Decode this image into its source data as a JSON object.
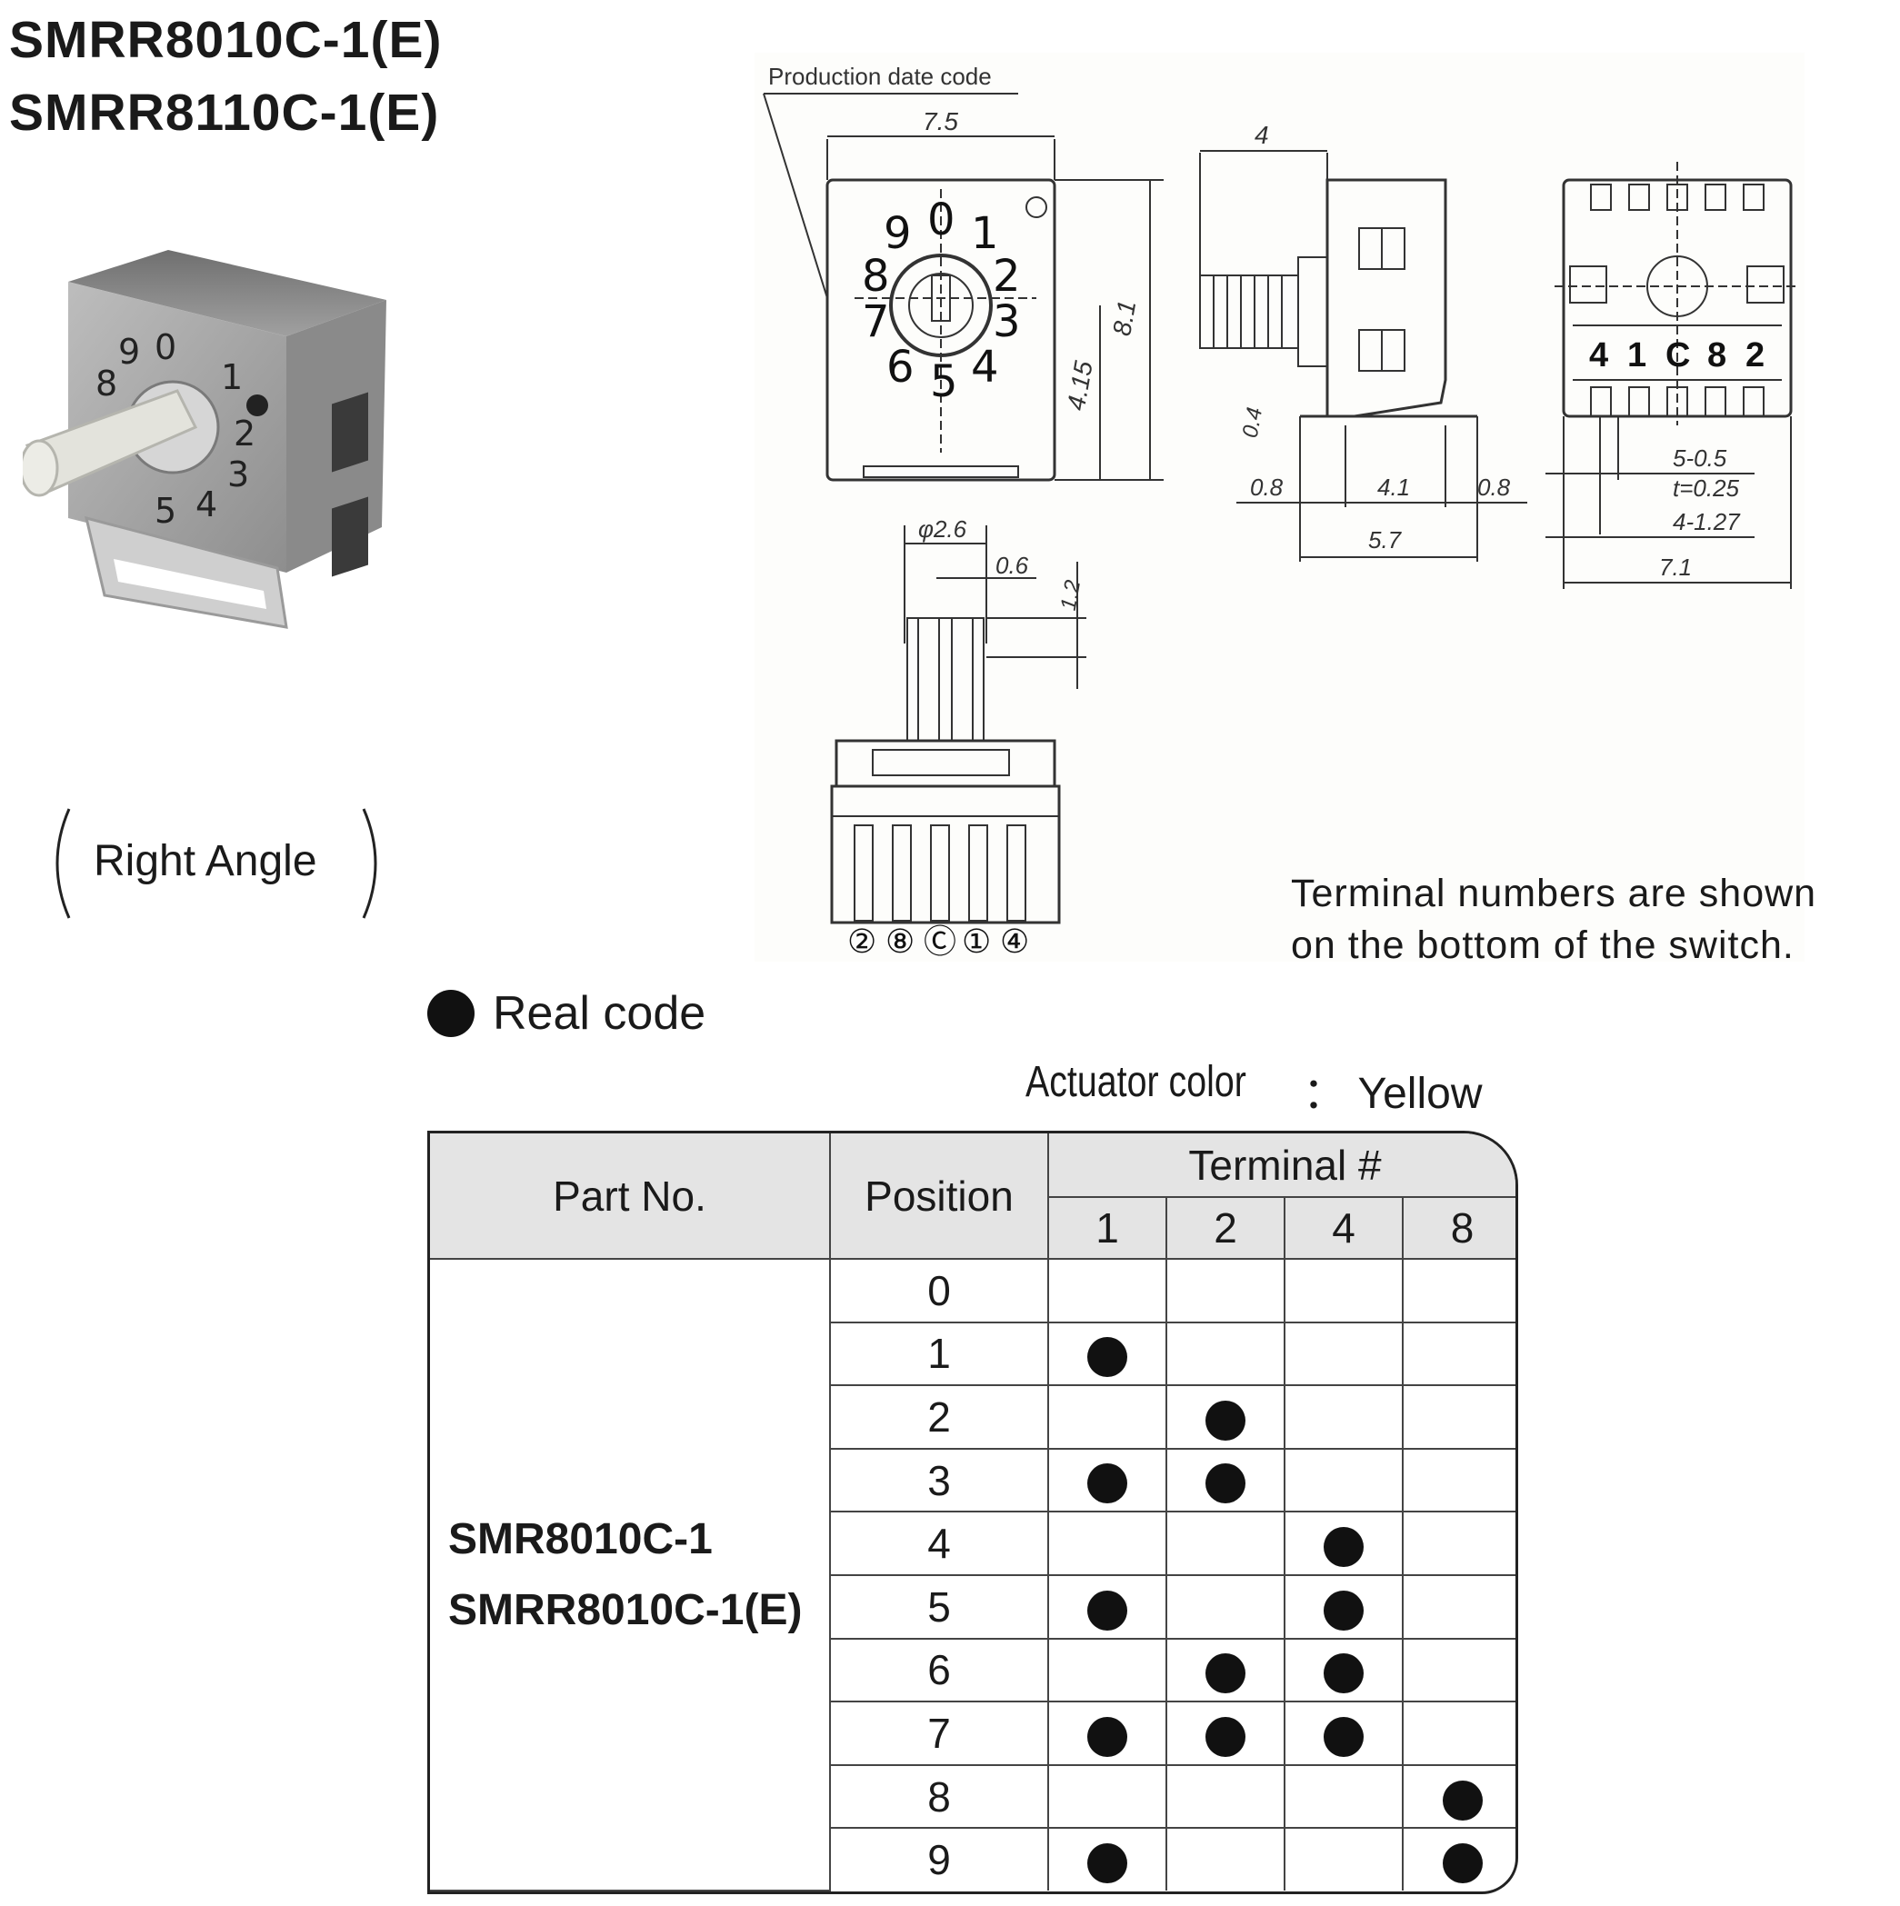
{
  "titles": [
    "SMRR8010C-1(E)",
    "SMRR8110C-1(E)"
  ],
  "photo": {
    "dial_digits": [
      "8",
      "9",
      "0",
      "1",
      "2",
      "3",
      "4",
      "5"
    ]
  },
  "mount_type": "Right Angle",
  "drawing": {
    "production_label": "Production date code",
    "top_view_digits": [
      "0",
      "1",
      "2",
      "3",
      "4",
      "5",
      "6",
      "7",
      "8",
      "9"
    ],
    "dims": {
      "width_top": "7.5",
      "height_right": "8.1",
      "height_inner": "4.15",
      "side_width": "4",
      "side_thk": "0.4",
      "pad_left": "0.8",
      "body": "4.1",
      "pad_right": "0.8",
      "total_depth": "5.7",
      "pin_pitch": "5-0.5",
      "pin_thk": "t=0.25",
      "pitch2": "4-1.27",
      "bottom_width": "7.1",
      "shaft_dia": "φ2.6",
      "slot": "0.6",
      "shaft_len": "1.2"
    },
    "bottom_terminals": [
      "4",
      "1",
      "C",
      "8",
      "2"
    ],
    "front_terminals": [
      "②",
      "⑧",
      "Ⓒ",
      "①",
      "④"
    ]
  },
  "note": [
    "Terminal numbers are shown",
    "on the bottom of the switch."
  ],
  "real_code_label": "Real code",
  "actuator": {
    "label": "Actuator color",
    "sep": "：",
    "value": "Yellow"
  },
  "table": {
    "headers": {
      "part": "Part No.",
      "position": "Position",
      "terminal": "Terminal #"
    },
    "terminal_cols": [
      "1",
      "2",
      "4",
      "8"
    ],
    "part_numbers": [
      "SMR8010C-1",
      "SMRR8010C-1(E)"
    ],
    "rows": [
      {
        "position": "0",
        "t1": false,
        "t2": false,
        "t4": false,
        "t8": false
      },
      {
        "position": "1",
        "t1": true,
        "t2": false,
        "t4": false,
        "t8": false
      },
      {
        "position": "2",
        "t1": false,
        "t2": true,
        "t4": false,
        "t8": false
      },
      {
        "position": "3",
        "t1": true,
        "t2": true,
        "t4": false,
        "t8": false
      },
      {
        "position": "4",
        "t1": false,
        "t2": false,
        "t4": true,
        "t8": false
      },
      {
        "position": "5",
        "t1": true,
        "t2": false,
        "t4": true,
        "t8": false
      },
      {
        "position": "6",
        "t1": false,
        "t2": true,
        "t4": true,
        "t8": false
      },
      {
        "position": "7",
        "t1": true,
        "t2": true,
        "t4": true,
        "t8": false
      },
      {
        "position": "8",
        "t1": false,
        "t2": false,
        "t4": false,
        "t8": true
      },
      {
        "position": "9",
        "t1": true,
        "t2": false,
        "t4": false,
        "t8": true
      }
    ]
  }
}
